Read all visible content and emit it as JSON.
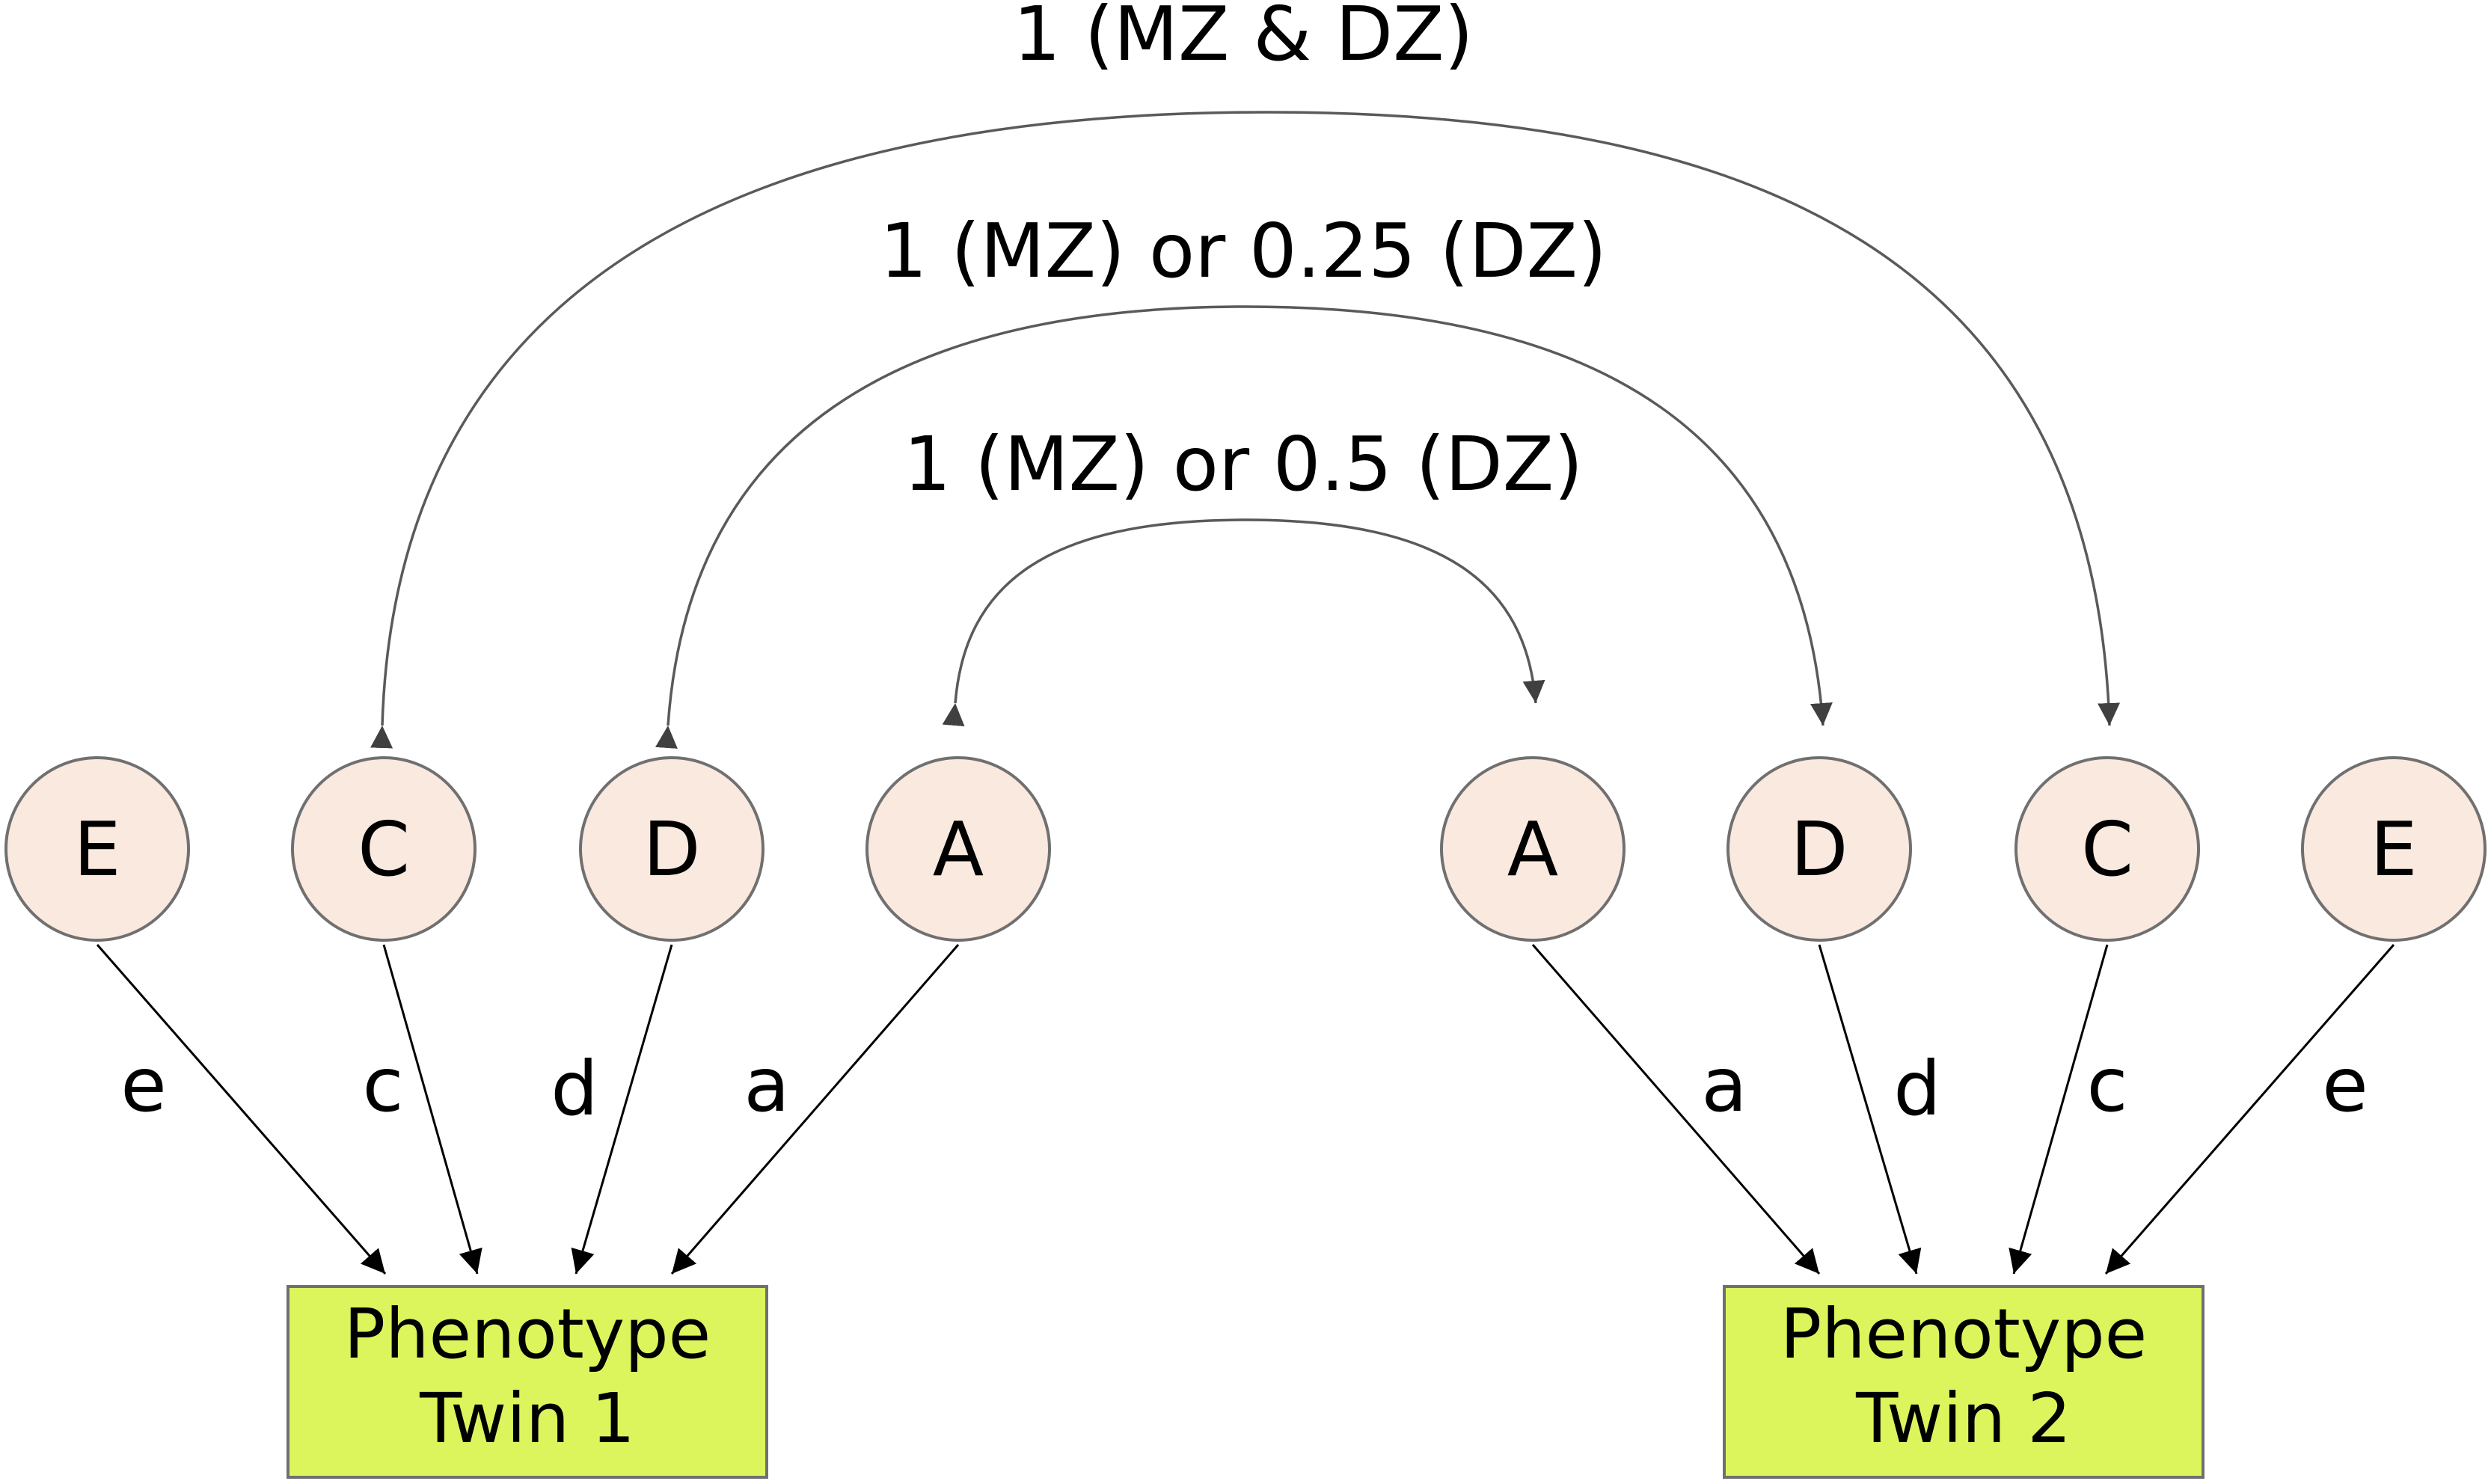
{
  "colors": {
    "node_fill": "#fae9df",
    "node_stroke": "#707070",
    "box_fill": "#dcf55c",
    "box_stroke": "#707070",
    "arc_stroke": "#5a5a5a",
    "path_stroke": "#000000",
    "text": "#000000"
  },
  "correlations": {
    "c": "1 (MZ & DZ)",
    "d": "1 (MZ) or 0.25 (DZ)",
    "a": "1 (MZ) or 0.5 (DZ)"
  },
  "twin1": {
    "nodes": {
      "E": "E",
      "C": "C",
      "D": "D",
      "A": "A"
    },
    "paths": {
      "e": "e",
      "c": "c",
      "d": "d",
      "a": "a"
    },
    "phenotype": {
      "line1": "Phenotype",
      "line2": "Twin 1"
    }
  },
  "twin2": {
    "nodes": {
      "A": "A",
      "D": "D",
      "C": "C",
      "E": "E"
    },
    "paths": {
      "a": "a",
      "d": "d",
      "c": "c",
      "e": "e"
    },
    "phenotype": {
      "line1": "Phenotype",
      "line2": "Twin 2"
    }
  }
}
